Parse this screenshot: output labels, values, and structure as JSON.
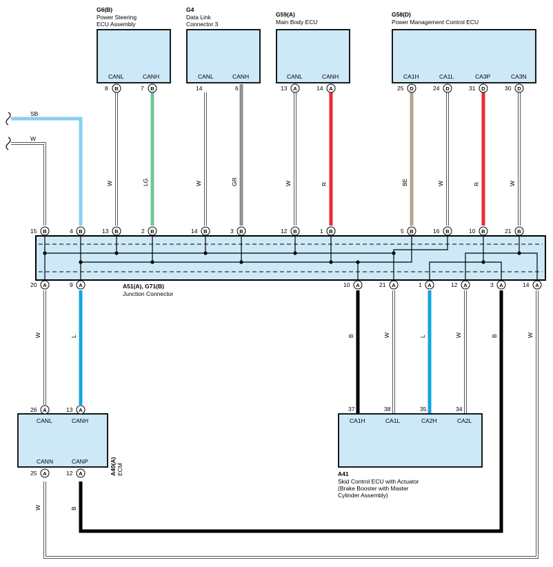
{
  "colors": {
    "component_fill": "#cde9f7",
    "W": "#ffffff",
    "SB": "#87d0f2",
    "LG": "#74c594",
    "GR": "#8f8f8f",
    "R": "#ec2b33",
    "BE": "#b9a28e",
    "L": "#12a6e3",
    "B": "#000000"
  },
  "components": {
    "g6": {
      "id": "G6(B)",
      "name_line1": "Power Steering",
      "name_line2": "ECU Assembly",
      "pin_canl": "CANL",
      "pin_canh": "CANH"
    },
    "g4": {
      "id": "G4",
      "name_line1": "Data Link",
      "name_line2": "Connector 3",
      "pin_canl": "CANL",
      "pin_canh": "CANH"
    },
    "g59": {
      "id": "G59(A)",
      "name_line1": "Main Body ECU",
      "pin_canl": "CANL",
      "pin_canh": "CANH"
    },
    "g58": {
      "id": "G58(D)",
      "name_line1": "Power Management Control ECU",
      "pin_ca1h": "CA1H",
      "pin_ca1l": "CA1L",
      "pin_ca3p": "CA3P",
      "pin_ca3n": "CA3N"
    },
    "junction": {
      "id": "A51(A), G71(B)",
      "name": "Junction Connector"
    },
    "a40": {
      "id": "A40(A)",
      "name": "ECM",
      "pin_canl": "CANL",
      "pin_canh": "CANH",
      "pin_cann": "CANN",
      "pin_canp": "CANP"
    },
    "a41": {
      "id": "A41",
      "name_line1": "Skid Control ECU with Actuator",
      "name_line2": "(Brake Booster with Master",
      "name_line3": " Cylinder Assembly)",
      "pin_ca1h": "CA1H",
      "pin_ca1l": "CA1L",
      "pin_ca2h": "CA2H",
      "pin_ca2l": "CA2L"
    }
  },
  "wire_labels": {
    "sb": "SB",
    "w_top": "W",
    "g6_canl": "W",
    "g6_canh": "LG",
    "g4_canl": "W",
    "g4_canh": "GR",
    "g59_canl": "W",
    "g59_canh": "R",
    "g58_ca1h": "BE",
    "g58_ca1l": "W",
    "g58_ca3p": "R",
    "g58_ca3n": "W",
    "a20": "W",
    "a9": "L",
    "a10": "B",
    "a21": "W",
    "a1": "L",
    "a12": "W",
    "a3": "B",
    "a14": "W",
    "ecm_cann": "W",
    "ecm_canp": "B"
  },
  "pins": {
    "g6_8": "8",
    "g6_8c": "B",
    "g6_7": "7",
    "g6_7c": "B",
    "g4_14": "14",
    "g4_6": "6",
    "g59_13": "13",
    "g59_13c": "A",
    "g59_14": "14",
    "g59_14c": "A",
    "g58_25": "25",
    "g58_25c": "D",
    "g58_24": "24",
    "g58_24c": "D",
    "g58_31": "31",
    "g58_31c": "D",
    "g58_30": "30",
    "g58_30c": "D",
    "jt_15": "15",
    "jt_15c": "B",
    "jt_4": "4",
    "jt_4c": "B",
    "jt_13": "13",
    "jt_13c": "B",
    "jt_2": "2",
    "jt_2c": "B",
    "jt_14": "14",
    "jt_14c": "B",
    "jt_3": "3",
    "jt_3c": "B",
    "jt_12": "12",
    "jt_12c": "B",
    "jt_1": "1",
    "jt_1c": "B",
    "jt_5": "5",
    "jt_5c": "B",
    "jt_16": "16",
    "jt_16c": "B",
    "jt_10": "10",
    "jt_10c": "B",
    "jt_21": "21",
    "jt_21c": "B",
    "jb_20": "20",
    "jb_20c": "A",
    "jb_9": "9",
    "jb_9c": "A",
    "jb_10": "10",
    "jb_10c": "A",
    "jb_21": "21",
    "jb_21c": "A",
    "jb_1": "1",
    "jb_1c": "A",
    "jb_12": "12",
    "jb_12c": "A",
    "jb_3": "3",
    "jb_3c": "A",
    "jb_14": "14",
    "jb_14c": "A",
    "ecm_26": "26",
    "ecm_26c": "A",
    "ecm_13": "13",
    "ecm_13c": "A",
    "ecm_25": "25",
    "ecm_25c": "A",
    "ecm_12": "12",
    "ecm_12c": "A",
    "a41_37": "37",
    "a41_38": "38",
    "a41_35": "35",
    "a41_34": "34"
  }
}
